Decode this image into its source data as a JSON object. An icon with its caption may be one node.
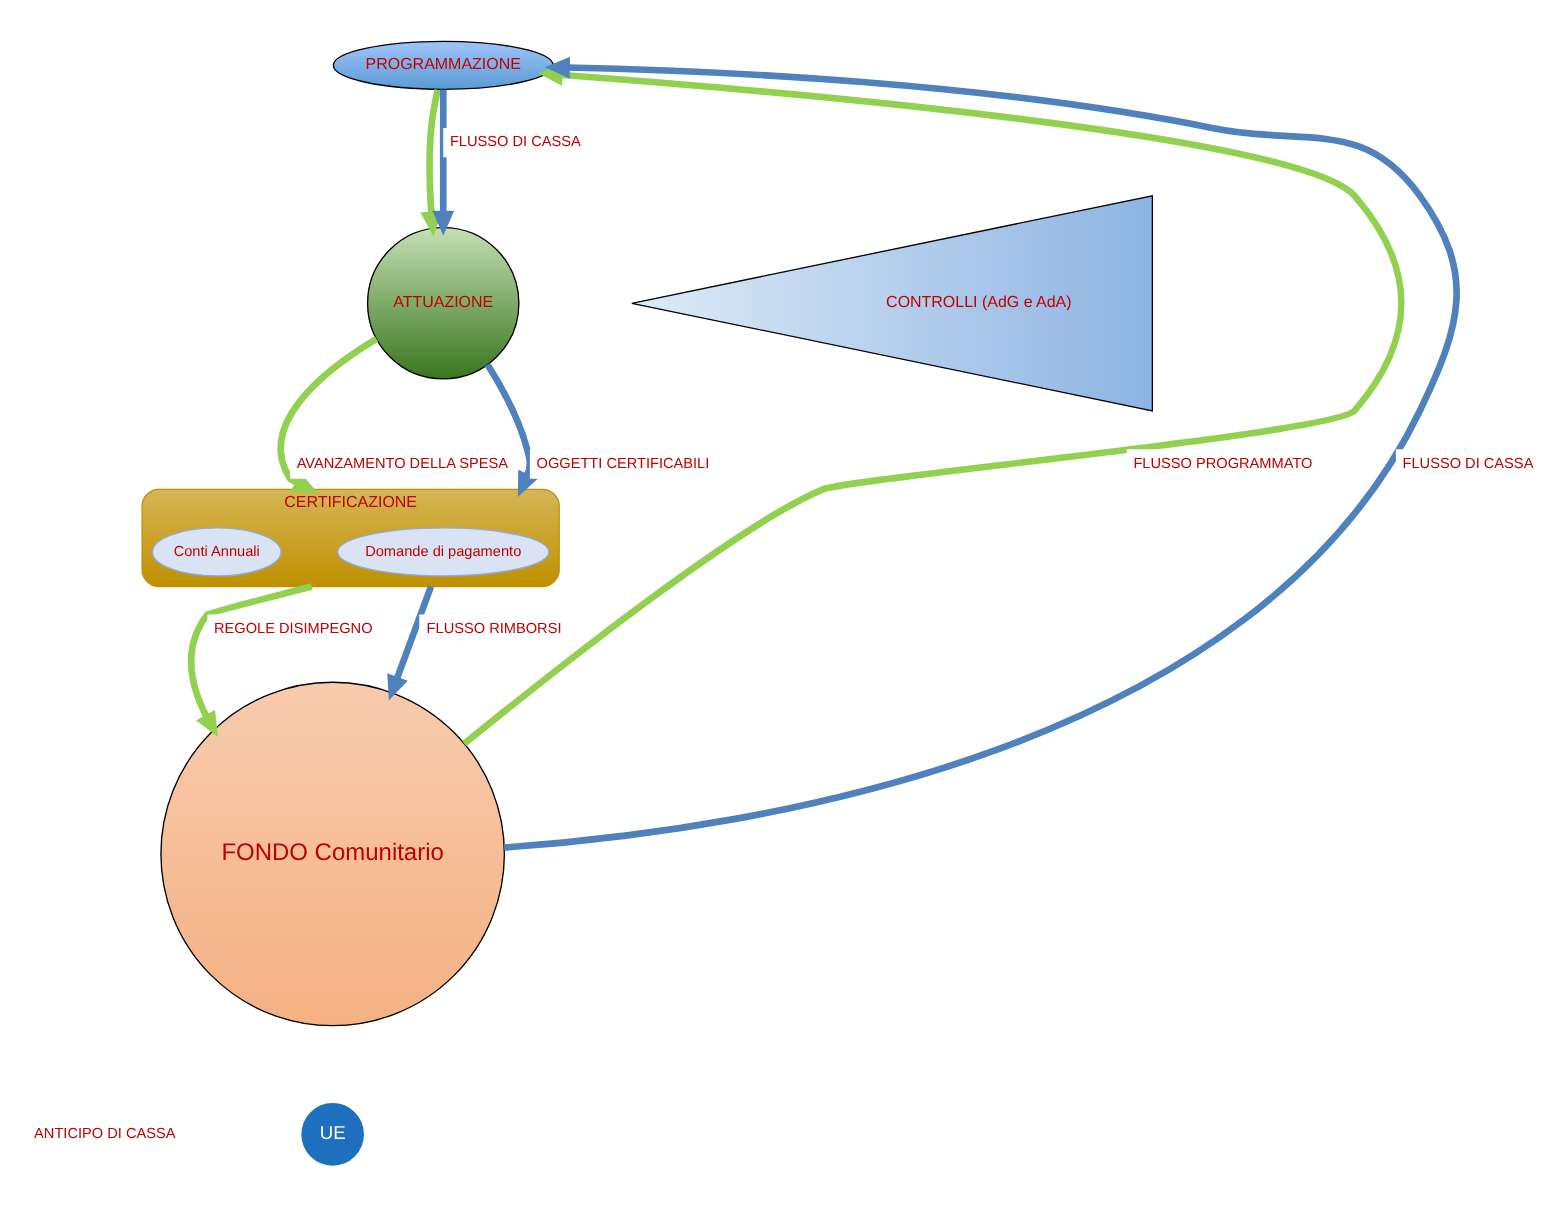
{
  "diagram": {
    "nodes": [
      {
        "text": [
          "PROGRAMMAZIONE"
        ]
      },
      {
        "text": [
          "ATTUAZIONE"
        ]
      },
      {
        "text": [
          "CONTROLLI (AdG e AdA)"
        ]
      },
      {
        "text": [
          "CERTIFICAZIONE"
        ]
      },
      {
        "text": [
          "Domande di pagamento"
        ],
        "in": 3
      },
      {
        "text": [
          "Conti Annuali"
        ],
        "in": 3
      },
      {
        "text": [
          "FONDO Comunitario"
        ]
      },
      {
        "text": [
          "UE"
        ]
      }
    ],
    "edges": [
      {
        "from": 6,
        "to": 0,
        "arrow": "to",
        "label": "FLUSSO PROGRAMMATO",
        "color": "#92d050"
      },
      {
        "from": 6,
        "to": 0,
        "arrow": "to",
        "label": "FLUSSO DI CASSA",
        "color": "#4f81bd"
      },
      {
        "from": 0,
        "to": 1,
        "arrow": "to",
        "color": "#92d050"
      },
      {
        "from": 0,
        "to": 1,
        "arrow": "to",
        "label": "FLUSSO DI CASSA",
        "color": "#4f81bd"
      },
      {
        "from": 1,
        "to": 3,
        "arrow": "to",
        "label": "AVANZAMENTO DELLA SPESA",
        "color": "#92d050"
      },
      {
        "from": 1,
        "to": 3,
        "arrow": "to",
        "label": "OGGETTI CERTIFICABILI",
        "color": "#4f81bd"
      },
      {
        "from": 3,
        "to": 6,
        "arrow": "to",
        "label": "REGOLE DISIMPEGNO",
        "color": "#92d050"
      },
      {
        "from": 3,
        "to": 6,
        "arrow": "to",
        "label": "FLUSSO RIMBORSI",
        "color": "#4f81bd"
      }
    ],
    "labels": [
      "ANTICIPO DI CASSA"
    ]
  }
}
